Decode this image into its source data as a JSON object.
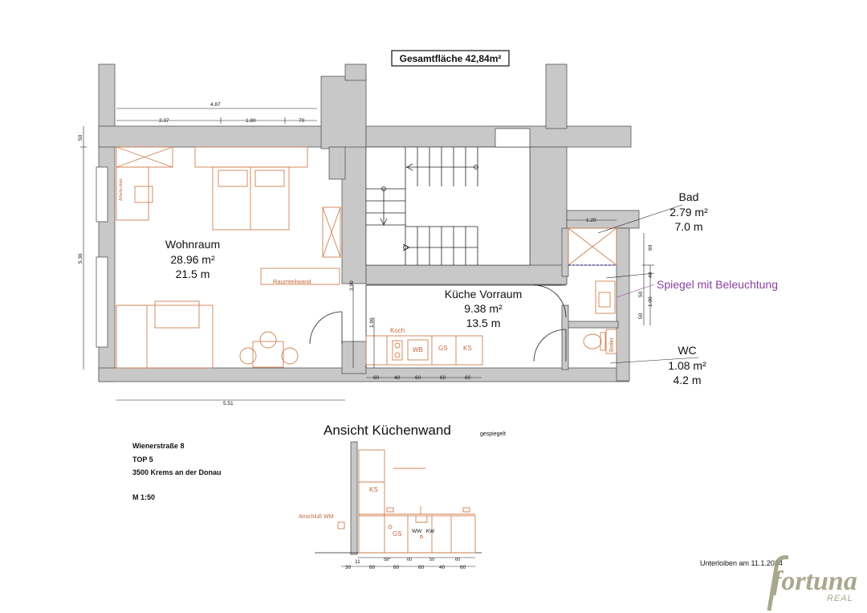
{
  "header": {
    "title": "Gesamtfläche 42,84m²"
  },
  "rooms": {
    "wohnraum": {
      "name": "Wohnraum",
      "area": "28.96 m²",
      "perimeter": "21.5 m"
    },
    "kueche": {
      "name": "Küche Vorraum",
      "area": "9.38 m²",
      "perimeter": "13.5 m"
    },
    "bad": {
      "name": "Bad",
      "area": "2.79 m²",
      "perimeter": "7.0 m"
    },
    "wc": {
      "name": "WC",
      "area": "1.08 m²",
      "perimeter": "4.2 m"
    }
  },
  "annotation": {
    "mirror": "Spiegel mit Beleuchtung",
    "mirror_color": "#8a3fa0"
  },
  "furniture": {
    "raumteilwand": "Raumteilwand",
    "koch": "Koch",
    "wb": "WB",
    "gs": "GS",
    "ks": "KS",
    "boiler": "Boiler",
    "arbeitsplatz": "Arbeits-platz"
  },
  "dimensions": {
    "top_total": "4.87",
    "top_a": "2.37",
    "top_b": "1.80",
    "top_c": "70",
    "left_a": "50",
    "left_b": "5.36",
    "bottom_total": "5.51",
    "door_h": "3.90",
    "kitchen_h": "1.96",
    "bad_w": "1.20",
    "bad_h": "90",
    "mirror_a": "40",
    "mirror_b": "50",
    "mirror_c": "1.00",
    "mirror_d": "50",
    "kitchen_run": [
      "60",
      "40",
      "60",
      "60",
      "60"
    ]
  },
  "address": {
    "street": "Wienerstraße 8",
    "unit": "TOP 5",
    "city": "3500 Krems an der Donau",
    "scale": "M 1:50"
  },
  "elevation": {
    "title": "Ansicht Küchenwand",
    "subtitle": "gespiegelt",
    "ks": "KS",
    "gs": "GS",
    "wm": "Anschluß WM",
    "ww_kw": "WW   KW",
    "dims_top": [
      "58*",
      "60",
      "50",
      "60"
    ],
    "dims_bottom": [
      "30",
      "60",
      "60",
      "60",
      "40",
      "60"
    ],
    "lead": "11"
  },
  "footer": {
    "date": "Unterloiben am 11.1.2024"
  },
  "brand": {
    "name": "fortuna",
    "sub": "REAL",
    "color": "#9a9a7a"
  }
}
